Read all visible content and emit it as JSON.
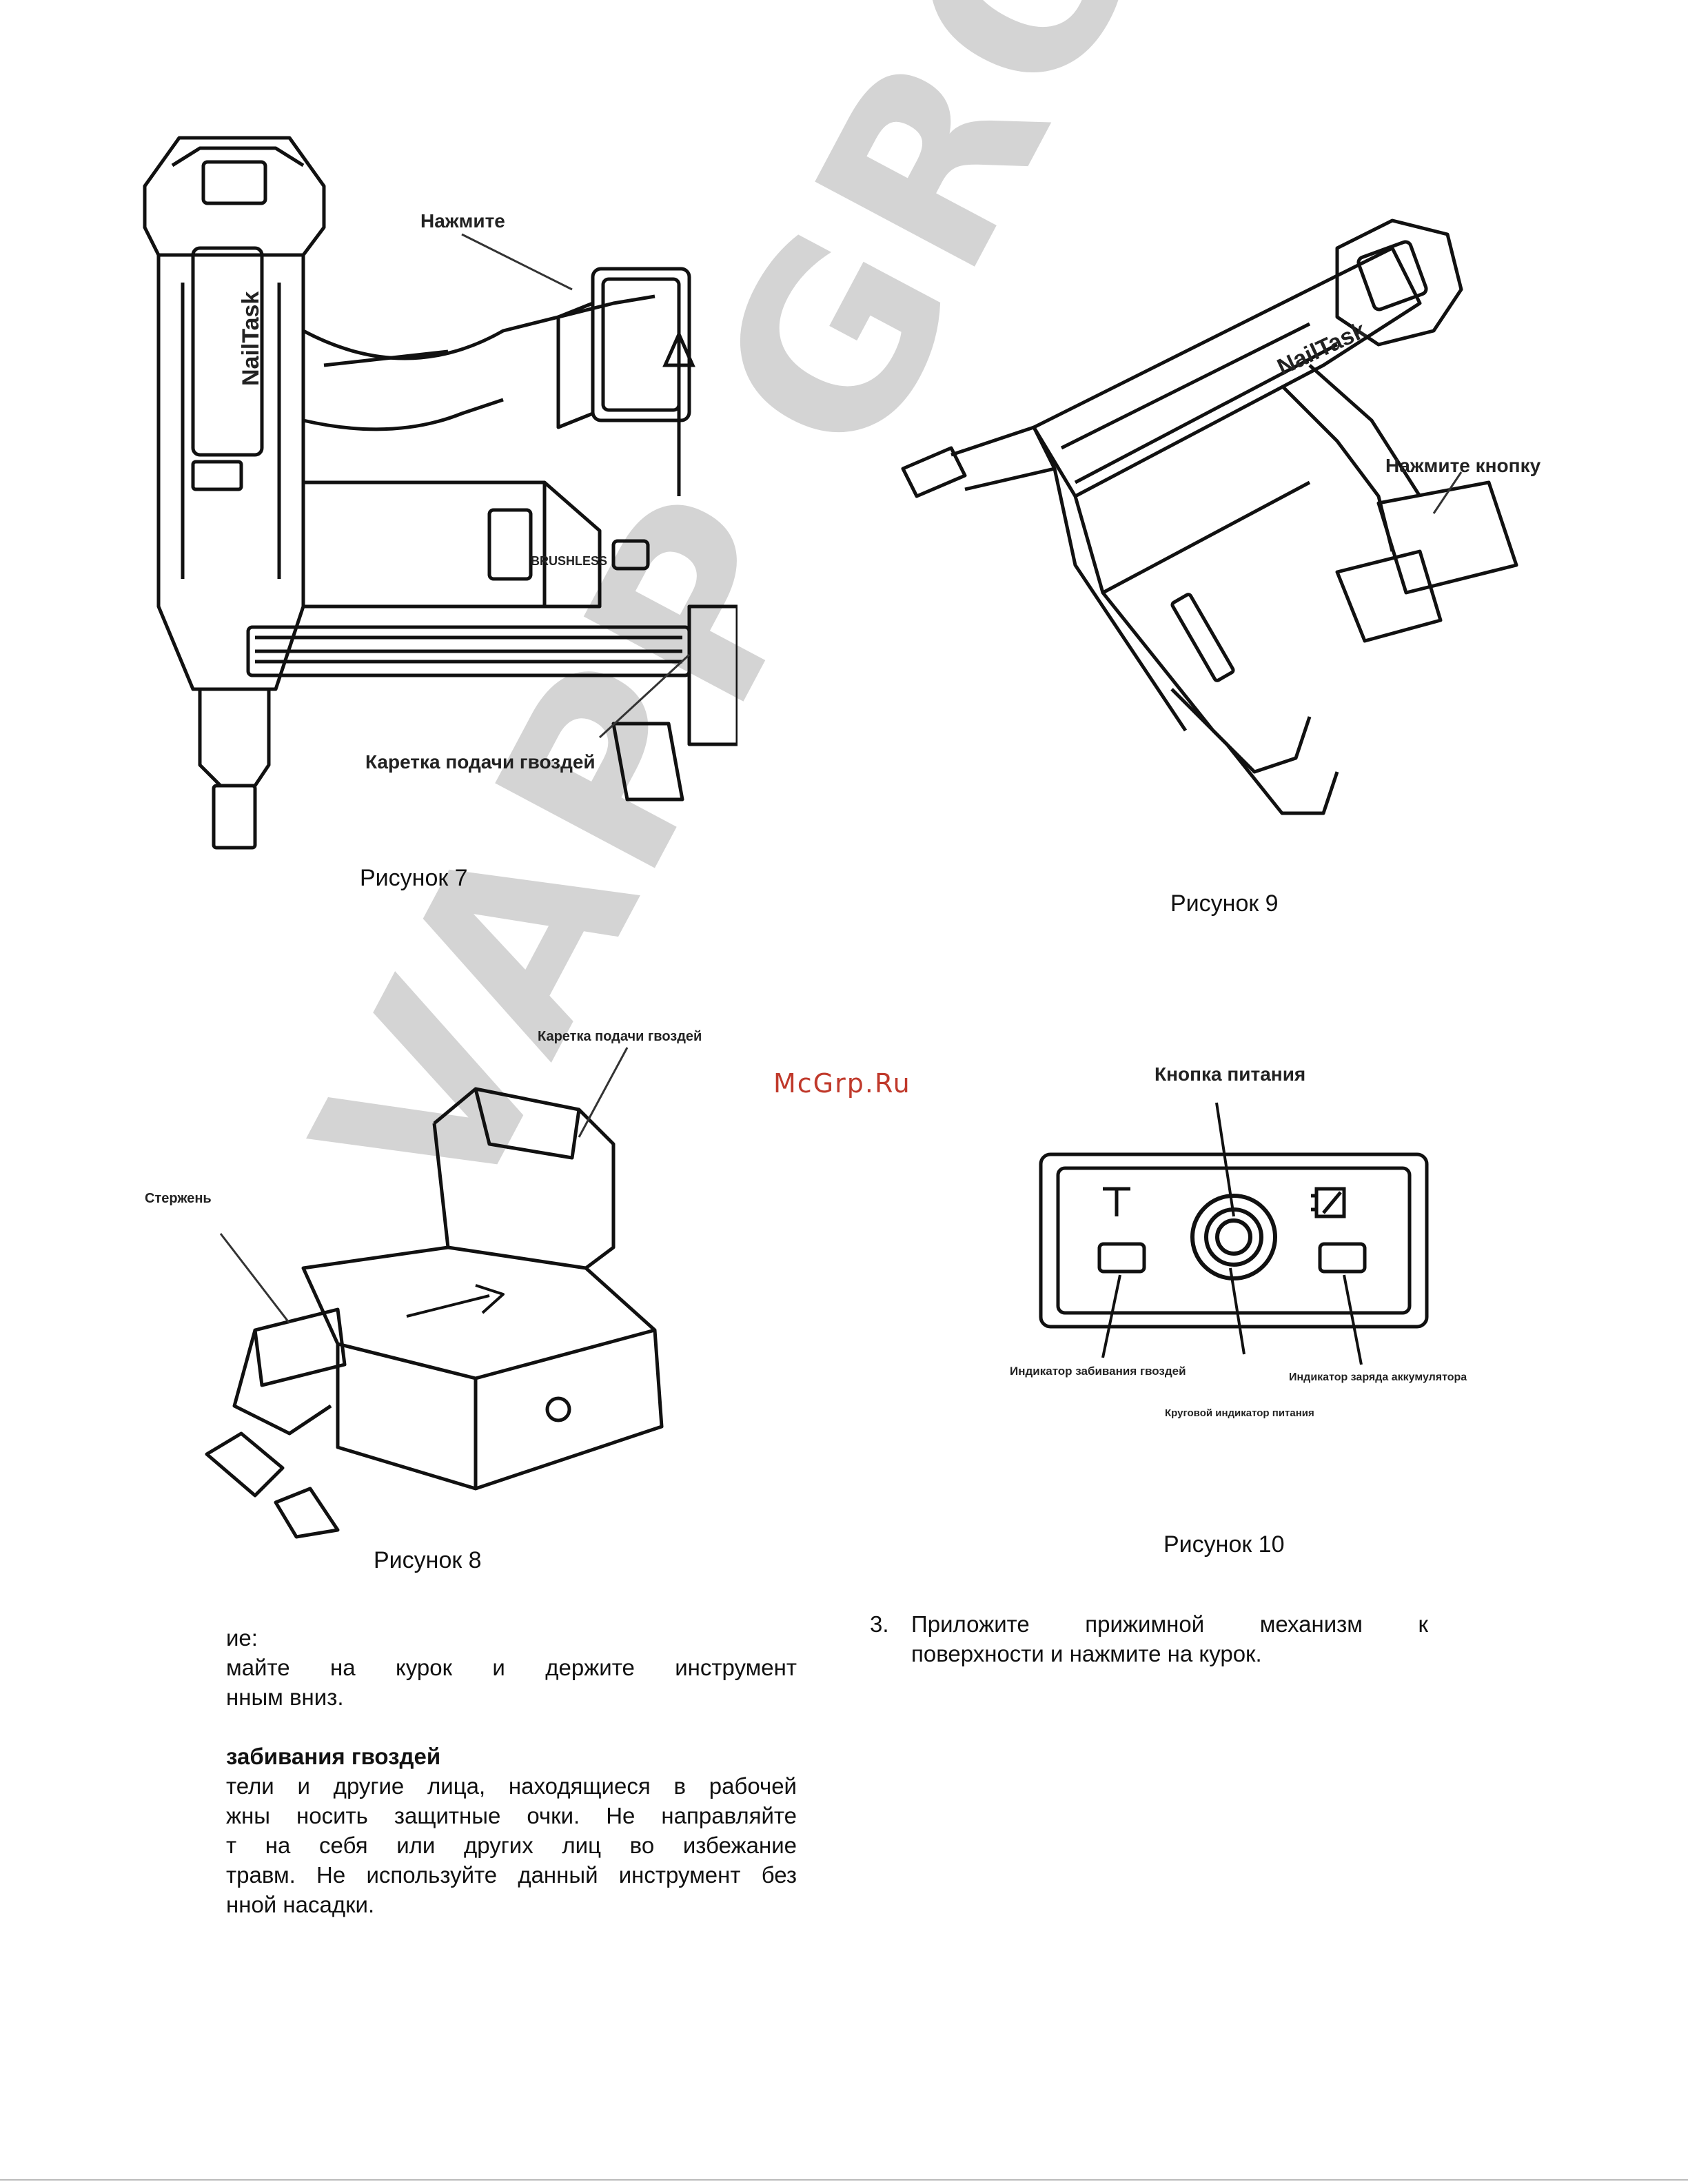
{
  "figures": {
    "fig7": {
      "caption": "Рисунок 7",
      "callouts": {
        "press": "Нажмите",
        "carriage": "Каретка подачи гвоздей"
      },
      "brand": "NailTask",
      "badge": "BRUSHLESS"
    },
    "fig8": {
      "caption": "Рисунок 8",
      "callouts": {
        "carriage": "Каретка подачи гвоздей",
        "rod": "Стержень"
      }
    },
    "fig9": {
      "caption": "Рисунок 9",
      "callouts": {
        "press_button": "Нажмите кнопку"
      },
      "brand": "NailTask"
    },
    "fig10": {
      "caption": "Рисунок 10",
      "callouts": {
        "power_button": "Кнопка питания",
        "nail_indicator": "Индикатор забивания гвоздей",
        "battery_indicator": "Индикатор заряда аккумулятора",
        "ring_indicator": "Круговой индикатор питания"
      }
    }
  },
  "left_column": {
    "line1": "ие:",
    "line2": "майте на курок и держите инструмент",
    "line3": "нным вниз.",
    "heading": "забивания гвоздей",
    "para": [
      "тели и другие лица, находящиеся в рабочей",
      "жны носить защитные очки. Не направляйте",
      "т на себя или других лиц во избежание",
      "травм. Не используйте данный инструмент без",
      "нной насадки."
    ]
  },
  "right_column": {
    "item_number": "3.",
    "item_line1": "Приложите прижимной механизм к",
    "item_line2": "поверхности и нажмите на курок."
  },
  "watermark": {
    "text": "VAPP GROUP",
    "site": "McGrp.Ru"
  }
}
